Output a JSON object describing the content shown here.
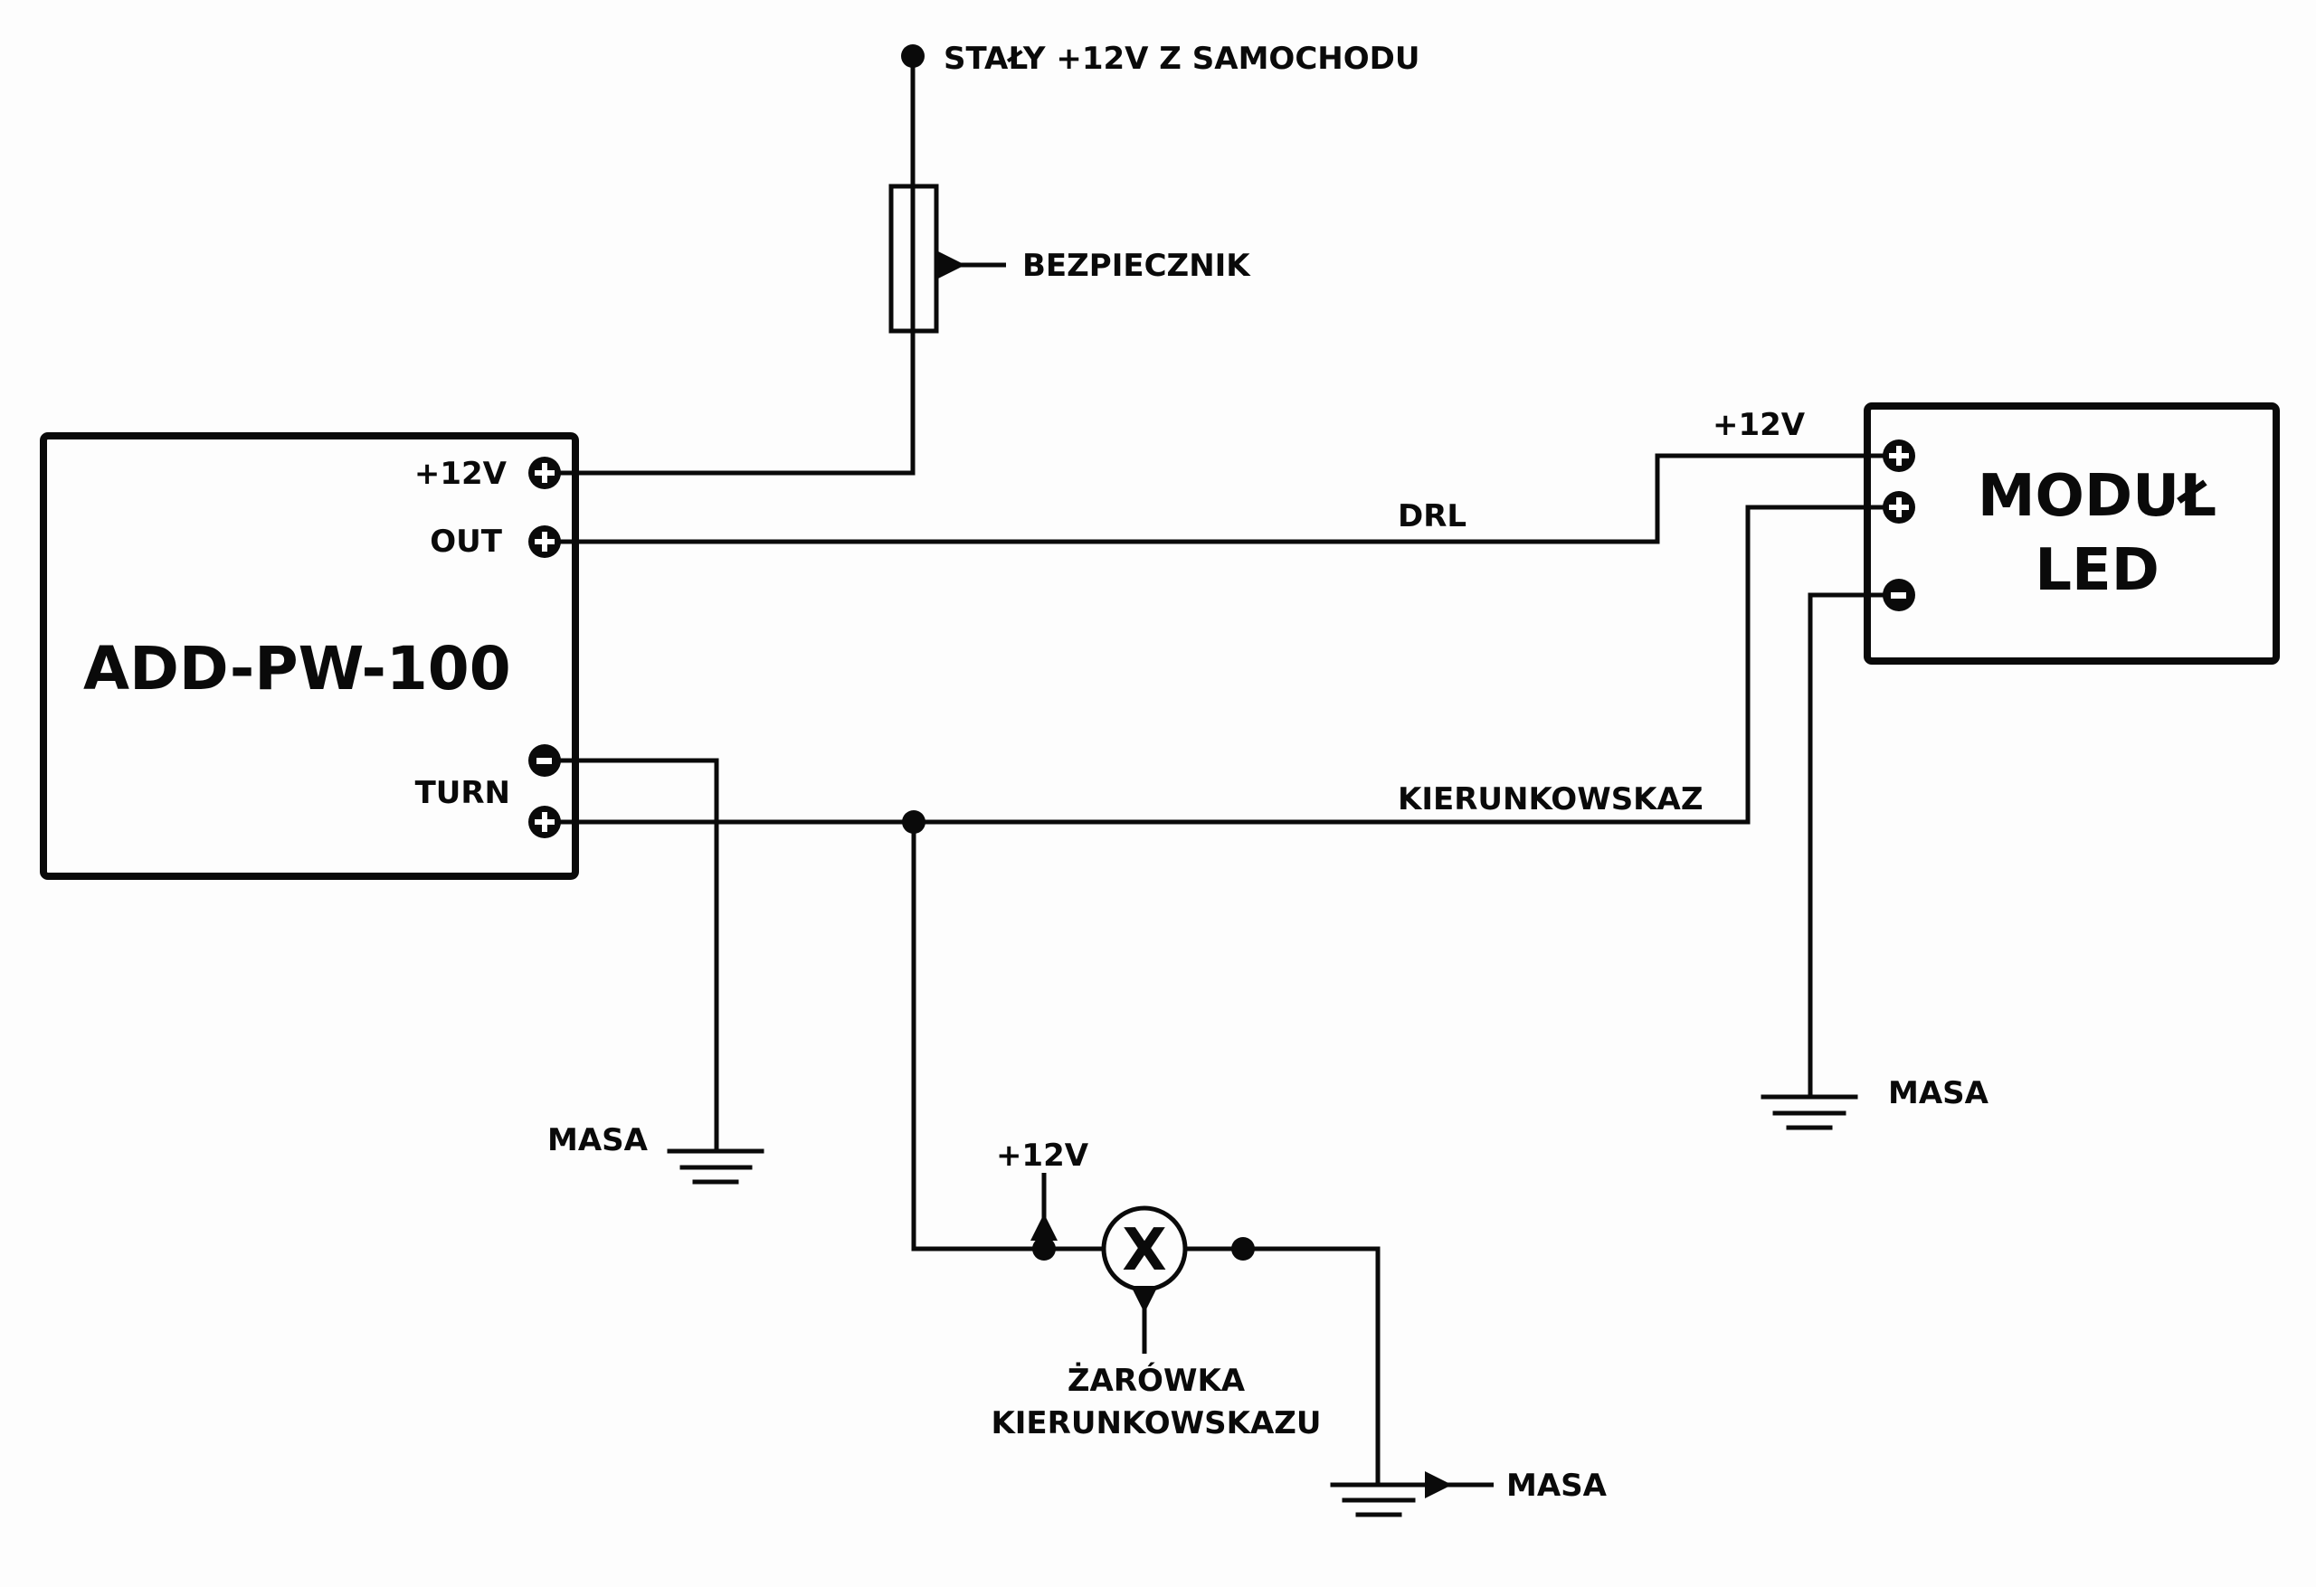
{
  "diagram": {
    "title": "ADD-PW-100 wiring diagram",
    "colors": {
      "line": "#0a0a0a",
      "background": "#fdfdfd",
      "terminal_symbol": "#ffffff"
    },
    "labels": {
      "supply": "STAŁY +12V Z SAMOCHODU",
      "fuse": "BEZPIECZNIK",
      "controller": "ADD-PW-100",
      "controller_pin_12v": "+12V",
      "controller_pin_out": "OUT",
      "controller_pin_turn": "TURN",
      "drl_wire": "DRL",
      "led_plus_12v": "+12V",
      "turn_wire": "KIERUNKOWSKAZ",
      "led_module_line1": "MODUŁ",
      "led_module_line2": "LED",
      "ground_left": "MASA",
      "ground_right": "MASA",
      "ground_bulb": "MASA",
      "bulb_plus": "+12V",
      "bulb_symbol": "X",
      "bulb_line1": "ŻARÓWKA",
      "bulb_line2": "KIERUNKOWSKAZU"
    },
    "terminal_symbols": {
      "plus": "+",
      "minus": "−"
    }
  }
}
